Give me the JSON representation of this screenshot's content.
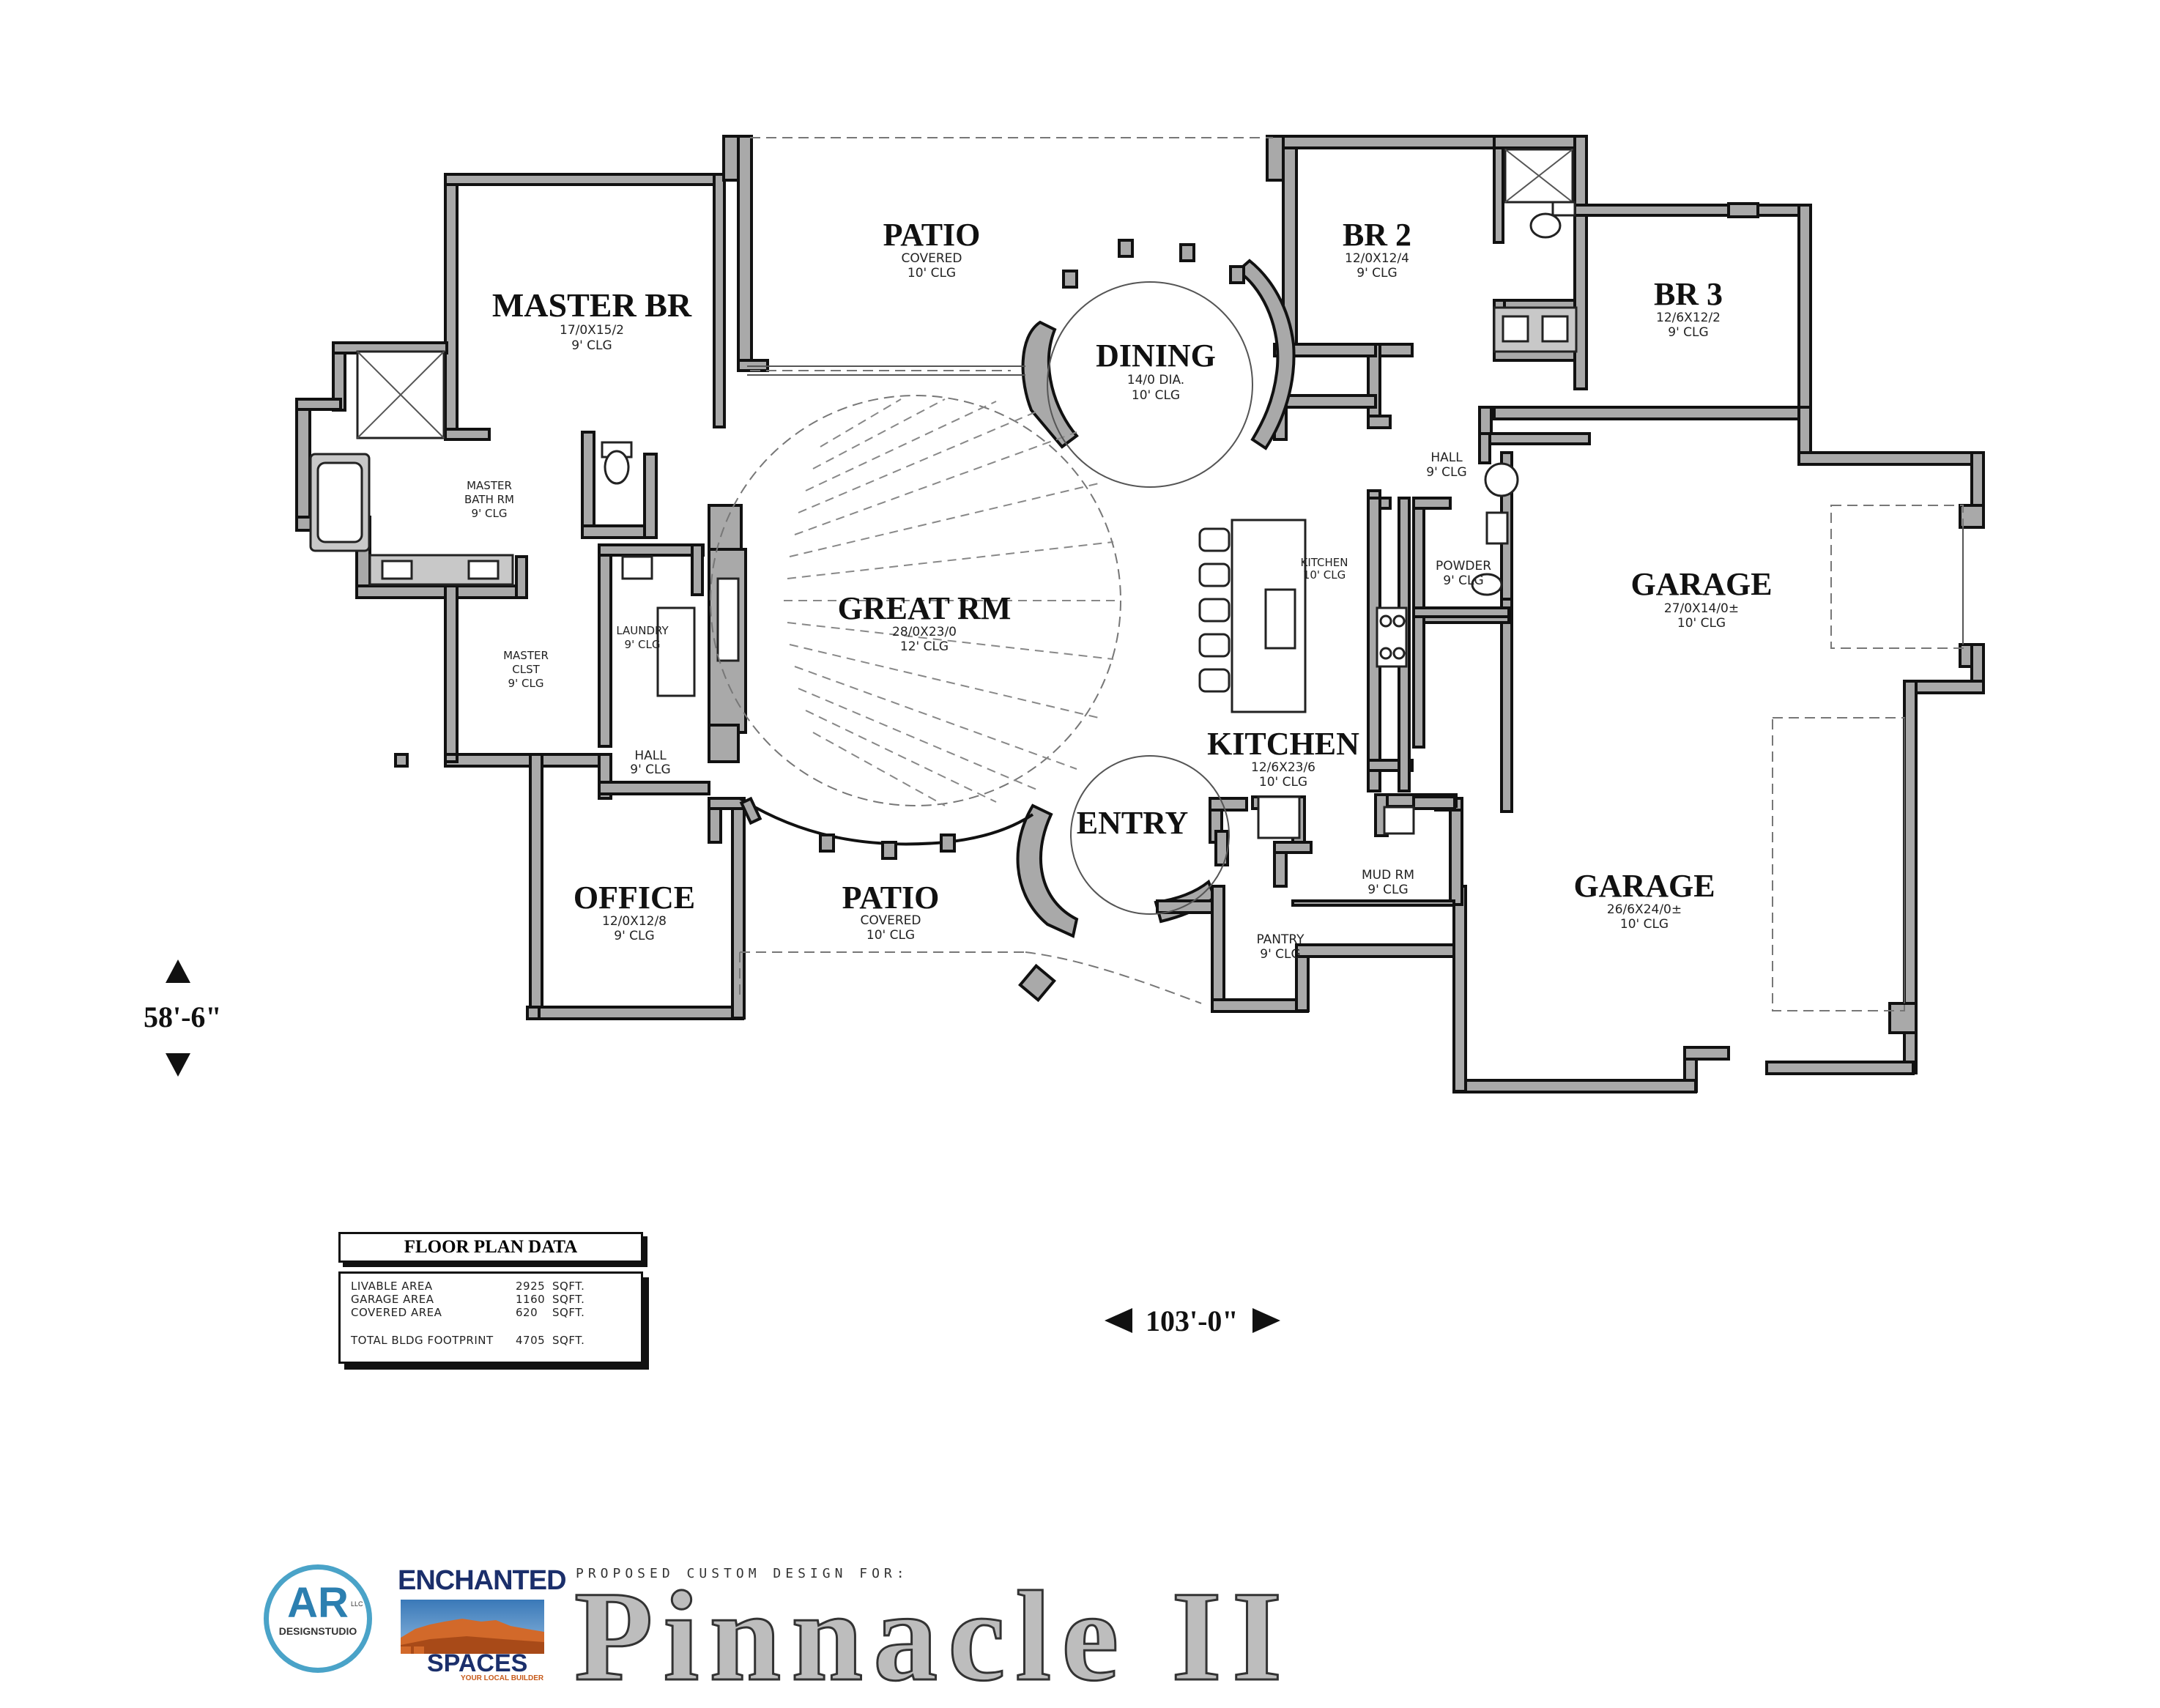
{
  "rooms": {
    "patio_top": {
      "name": "PATIO",
      "l1": "COVERED",
      "l2": "10' CLG"
    },
    "master_br": {
      "name": "MASTER BR",
      "l1": "17/0X15/2",
      "l2": "9' CLG"
    },
    "dining": {
      "name": "DINING",
      "l1": "14/0 DIA.",
      "l2": "10' CLG"
    },
    "br2": {
      "name": "BR 2",
      "l1": "12/0X12/4",
      "l2": "9' CLG"
    },
    "br3": {
      "name": "BR 3",
      "l1": "12/6X12/2",
      "l2": "9' CLG"
    },
    "master_bath": {
      "l1": "MASTER",
      "l2": "BATH RM",
      "l3": "9' CLG"
    },
    "hall_right": {
      "l1": "HALL",
      "l2": "9' CLG"
    },
    "great_rm": {
      "name": "GREAT RM",
      "l1": "28/0X23/0",
      "l2": "12' CLG"
    },
    "kitchen_small": {
      "l1": "KITCHEN",
      "l2": "10' CLG"
    },
    "laundry": {
      "l1": "LAUNDRY",
      "l2": "9' CLG"
    },
    "master_clst": {
      "l1": "MASTER",
      "l2": "CLST",
      "l3": "9' CLG"
    },
    "powder": {
      "l1": "POWDER",
      "l2": "9' CLG"
    },
    "garage1": {
      "name": "GARAGE",
      "l1": "27/0X14/0±",
      "l2": "10' CLG"
    },
    "kitchen": {
      "name": "KITCHEN",
      "l1": "12/6X23/6",
      "l2": "10' CLG"
    },
    "hall_left": {
      "l1": "HALL",
      "l2": "9' CLG"
    },
    "entry": {
      "name": "ENTRY"
    },
    "mud_rm": {
      "l1": "MUD RM",
      "l2": "9' CLG"
    },
    "garage2": {
      "name": "GARAGE",
      "l1": "26/6X24/0±",
      "l2": "10' CLG"
    },
    "office": {
      "name": "OFFICE",
      "l1": "12/0X12/8",
      "l2": "9' CLG"
    },
    "patio_bottom": {
      "name": "PATIO",
      "l1": "COVERED",
      "l2": "10' CLG"
    },
    "pantry": {
      "l1": "PANTRY",
      "l2": "9' CLG"
    }
  },
  "dimensions": {
    "depth": "58'-6\"",
    "width": "103'-0\""
  },
  "floor_plan_data": {
    "title": "FLOOR PLAN DATA",
    "rows": [
      {
        "label": "LIVABLE AREA",
        "value": "2925",
        "unit": "SQFT."
      },
      {
        "label": "GARAGE  AREA",
        "value": "1160",
        "unit": "SQFT."
      },
      {
        "label": "COVERED AREA",
        "value": "620",
        "unit": "SQFT."
      }
    ],
    "total": {
      "label": "TOTAL BLDG FOOTPRINT",
      "value": "4705",
      "unit": "SQFT."
    }
  },
  "branding": {
    "ar_logo": "AR",
    "ar_llc": "LLC",
    "ar_sub": "DESIGNSTUDIO",
    "es_top": "ENCHANTED",
    "es_bottom": "SPACES",
    "es_tag": "YOUR LOCAL BUILDER",
    "proposed": "PROPOSED CUSTOM DESIGN FOR:",
    "project": "Pinnacle II"
  },
  "colors": {
    "wall_fill": "#a9a9a9",
    "ar_blue": "#2c7fb0",
    "es_navy": "#1b2f6b",
    "es_orange": "#d2692a"
  }
}
